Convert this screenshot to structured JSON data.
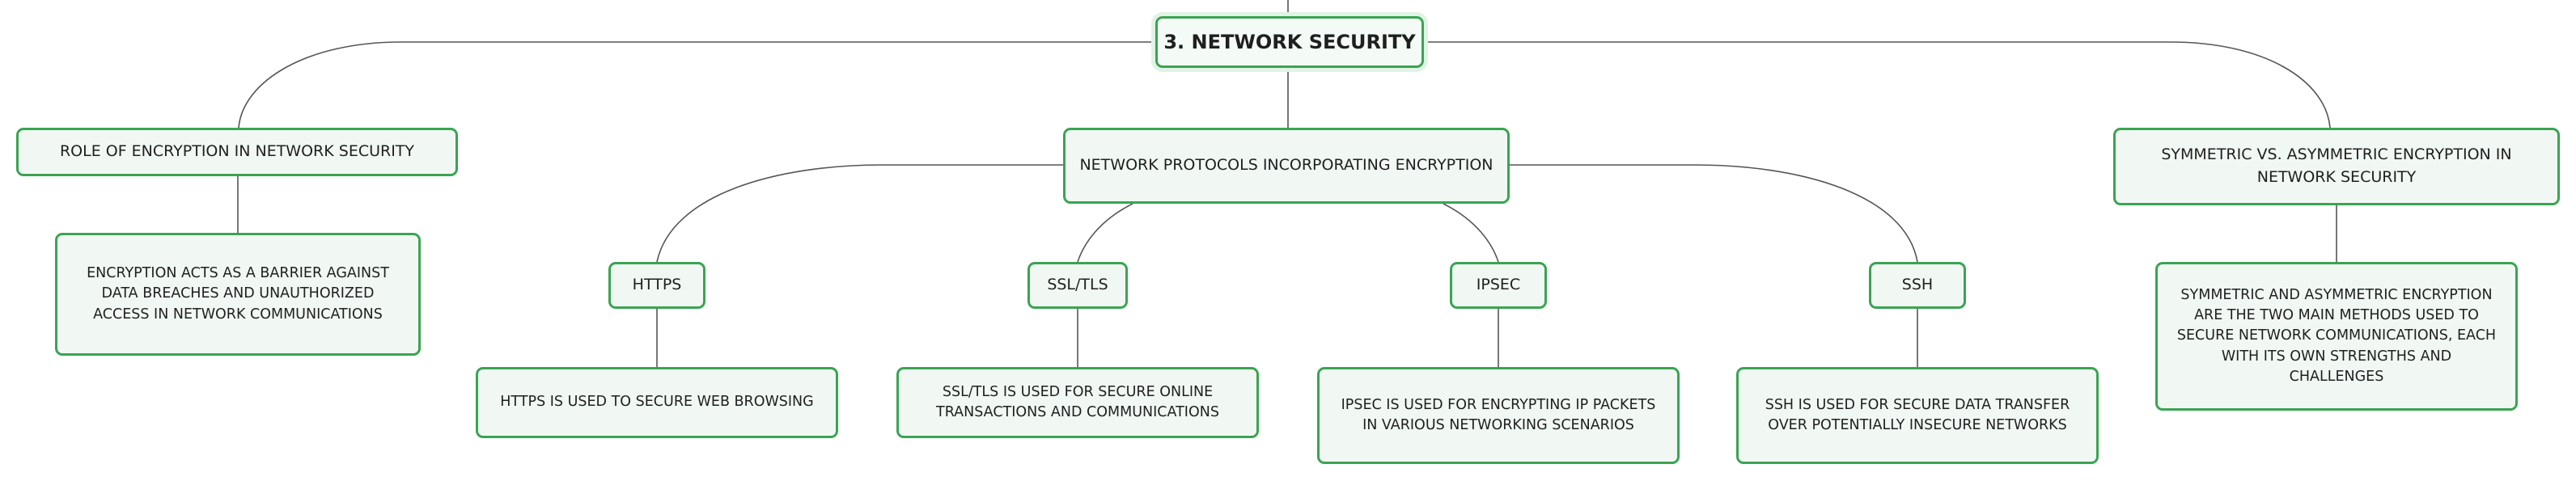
{
  "map": {
    "root": {
      "label": "3. NETWORK SECURITY"
    },
    "role": {
      "label": "ROLE OF ENCRYPTION IN NETWORK SECURITY",
      "detail": "ENCRYPTION ACTS AS A BARRIER AGAINST DATA BREACHES AND UNAUTHORIZED ACCESS IN NETWORK COMMUNICATIONS"
    },
    "protocols": {
      "label": "NETWORK PROTOCOLS INCORPORATING ENCRYPTION",
      "https": {
        "label": "HTTPS",
        "detail": "HTTPS IS USED TO SECURE WEB BROWSING"
      },
      "ssltls": {
        "label": "SSL/TLS",
        "detail": "SSL/TLS IS USED FOR SECURE ONLINE TRANSACTIONS AND COMMUNICATIONS"
      },
      "ipsec": {
        "label": "IPSEC",
        "detail": "IPSEC IS USED FOR ENCRYPTING IP PACKETS IN VARIOUS NETWORKING SCENARIOS"
      },
      "ssh": {
        "label": "SSH",
        "detail": "SSH IS USED FOR SECURE DATA TRANSFER OVER POTENTIALLY INSECURE NETWORKS"
      }
    },
    "symmetric": {
      "label": "SYMMETRIC VS. ASYMMETRIC ENCRYPTION IN NETWORK SECURITY",
      "detail": "SYMMETRIC AND ASYMMETRIC ENCRYPTION ARE THE TWO MAIN METHODS USED TO SECURE NETWORK COMMUNICATIONS, EACH WITH ITS OWN STRENGTHS AND CHALLENGES"
    }
  },
  "colors": {
    "border": "#3aa452",
    "fill": "#f1f8f3",
    "connector": "#555555"
  }
}
